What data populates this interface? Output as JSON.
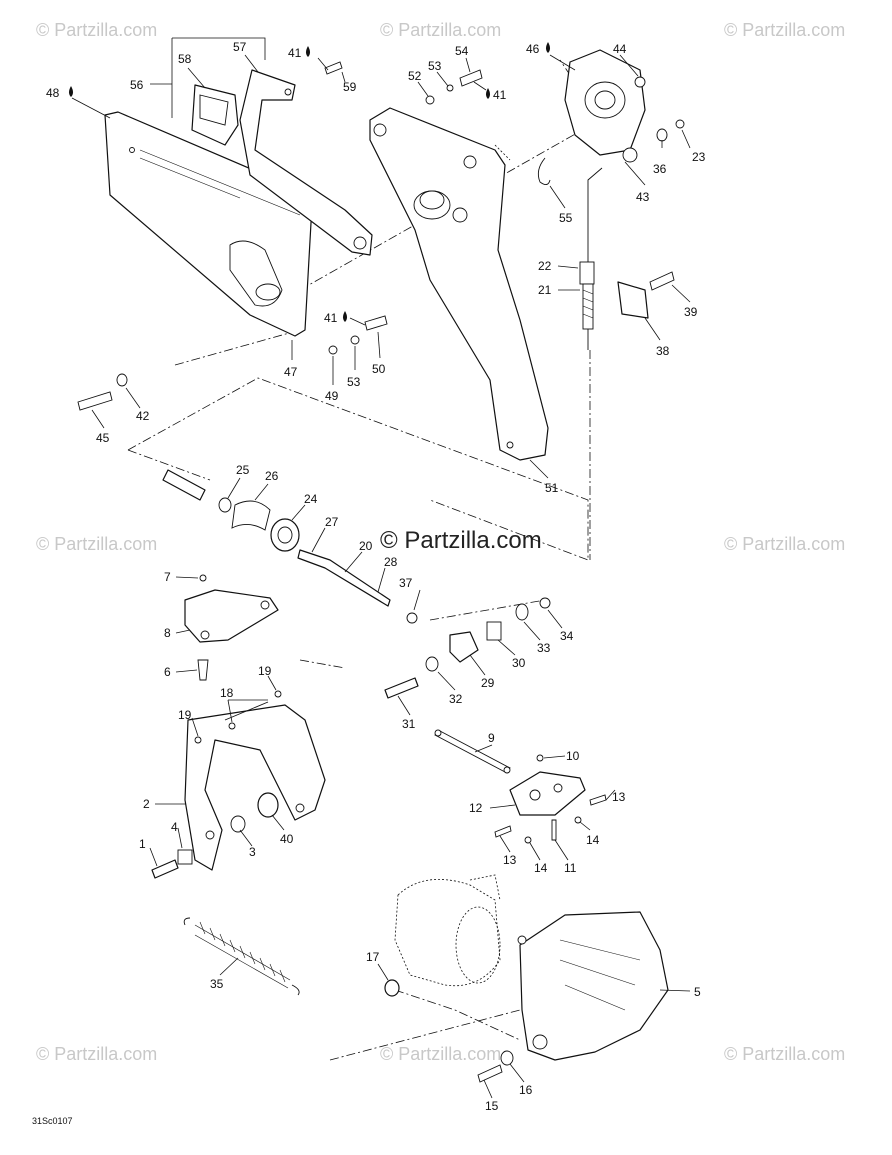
{
  "drawing_ref": "31Sc0107",
  "watermark": {
    "text": "© Partzilla.com",
    "center_text": "© Partzilla.com"
  },
  "callouts": [
    {
      "id": "c48",
      "label": "48",
      "drop": true
    },
    {
      "id": "c56",
      "label": "56"
    },
    {
      "id": "c58",
      "label": "58"
    },
    {
      "id": "c57",
      "label": "57"
    },
    {
      "id": "c41a",
      "label": "41",
      "drop": true
    },
    {
      "id": "c59",
      "label": "59"
    },
    {
      "id": "c54",
      "label": "54"
    },
    {
      "id": "c53a",
      "label": "53"
    },
    {
      "id": "c52",
      "label": "52"
    },
    {
      "id": "c41b",
      "label": "41",
      "drop": true
    },
    {
      "id": "c46",
      "label": "46",
      "drop": true
    },
    {
      "id": "c44",
      "label": "44"
    },
    {
      "id": "c36",
      "label": "36"
    },
    {
      "id": "c23",
      "label": "23"
    },
    {
      "id": "c43",
      "label": "43"
    },
    {
      "id": "c55",
      "label": "55"
    },
    {
      "id": "c22",
      "label": "22"
    },
    {
      "id": "c21",
      "label": "21"
    },
    {
      "id": "c39",
      "label": "39"
    },
    {
      "id": "c38",
      "label": "38"
    },
    {
      "id": "c41c",
      "label": "41",
      "drop": true
    },
    {
      "id": "c50",
      "label": "50"
    },
    {
      "id": "c53b",
      "label": "53"
    },
    {
      "id": "c49",
      "label": "49"
    },
    {
      "id": "c47",
      "label": "47"
    },
    {
      "id": "c42",
      "label": "42"
    },
    {
      "id": "c45",
      "label": "45"
    },
    {
      "id": "c51",
      "label": "51"
    },
    {
      "id": "c25",
      "label": "25"
    },
    {
      "id": "c26",
      "label": "26"
    },
    {
      "id": "c24",
      "label": "24"
    },
    {
      "id": "c27",
      "label": "27"
    },
    {
      "id": "c20",
      "label": "20"
    },
    {
      "id": "c28",
      "label": "28"
    },
    {
      "id": "c7",
      "label": "7"
    },
    {
      "id": "c8",
      "label": "8"
    },
    {
      "id": "c37",
      "label": "37"
    },
    {
      "id": "c6",
      "label": "6"
    },
    {
      "id": "c33",
      "label": "33"
    },
    {
      "id": "c34",
      "label": "34"
    },
    {
      "id": "c30",
      "label": "30"
    },
    {
      "id": "c29",
      "label": "29"
    },
    {
      "id": "c32",
      "label": "32"
    },
    {
      "id": "c18",
      "label": "18"
    },
    {
      "id": "c19a",
      "label": "19"
    },
    {
      "id": "c19b",
      "label": "19"
    },
    {
      "id": "c31",
      "label": "31"
    },
    {
      "id": "c9",
      "label": "9"
    },
    {
      "id": "c10",
      "label": "10"
    },
    {
      "id": "c2",
      "label": "2"
    },
    {
      "id": "c12",
      "label": "12"
    },
    {
      "id": "c13a",
      "label": "13"
    },
    {
      "id": "c4",
      "label": "4"
    },
    {
      "id": "c40",
      "label": "40"
    },
    {
      "id": "c1",
      "label": "1"
    },
    {
      "id": "c3",
      "label": "3"
    },
    {
      "id": "c14a",
      "label": "14"
    },
    {
      "id": "c13b",
      "label": "13"
    },
    {
      "id": "c14b",
      "label": "14"
    },
    {
      "id": "c11",
      "label": "11"
    },
    {
      "id": "c35",
      "label": "35"
    },
    {
      "id": "c17",
      "label": "17"
    },
    {
      "id": "c5",
      "label": "5"
    },
    {
      "id": "c16",
      "label": "16"
    },
    {
      "id": "c15",
      "label": "15"
    }
  ]
}
